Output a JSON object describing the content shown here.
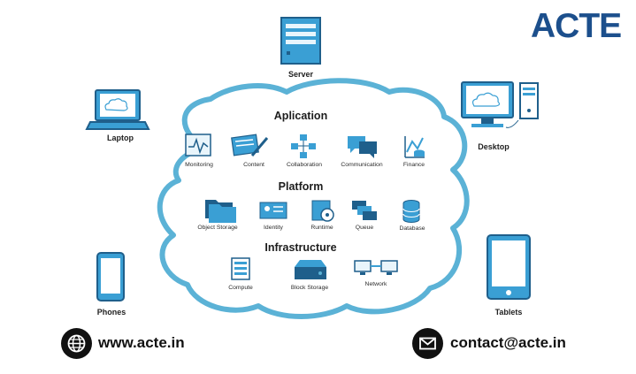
{
  "brand": {
    "logo_text": "ACTE",
    "accent": "#1c4f8c",
    "cloud_color": "#5bb2d6"
  },
  "devices": {
    "server": "Server",
    "laptop": "Laptop",
    "desktop": "Desktop",
    "phones": "Phones",
    "tablets": "Tablets"
  },
  "cloud": {
    "application": {
      "title": "Aplication",
      "items": [
        "Monitoring",
        "Content",
        "Collaboration",
        "Communication",
        "Finance"
      ]
    },
    "platform": {
      "title": "Platform",
      "items": [
        "Object Storage",
        "Identity",
        "Runtime",
        "Queue",
        "Database"
      ]
    },
    "infrastructure": {
      "title": "Infrastructure",
      "items": [
        "Compute",
        "Block Storage",
        "Network"
      ]
    }
  },
  "footer": {
    "website": "www.acte.in",
    "email": "contact@acte.in",
    "website_icon": "globe-icon",
    "email_icon": "envelope-icon"
  }
}
